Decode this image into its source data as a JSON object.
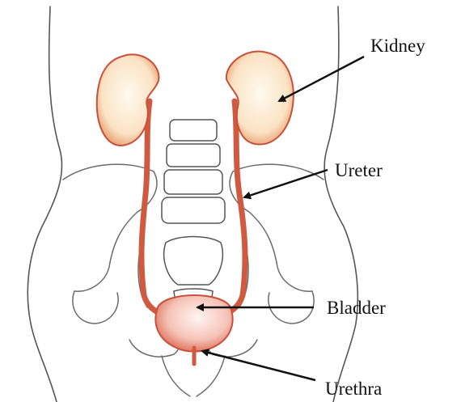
{
  "labels": {
    "kidney": "Kidney",
    "ureter": "Ureter",
    "bladder": "Bladder",
    "urethra": "Urethra"
  },
  "colors": {
    "outline": "#4a4a4a",
    "organ_fill": "#fbe7cf",
    "organ_edge": "#c9503a",
    "ureter": "#cf5a3f",
    "bladder_fill": "#f7c6bd",
    "arrow": "#111111"
  }
}
